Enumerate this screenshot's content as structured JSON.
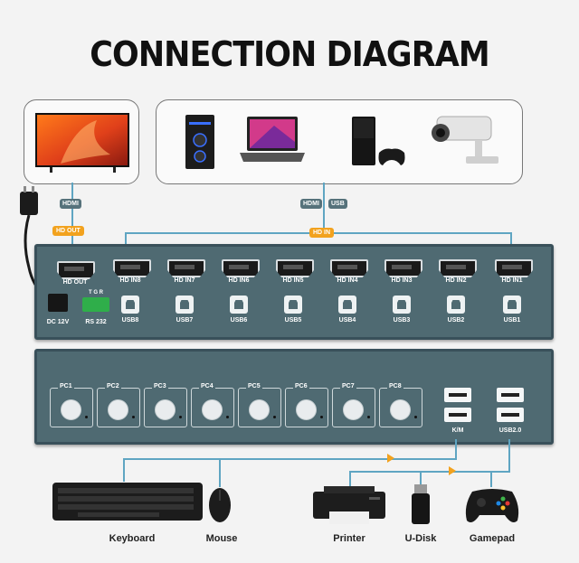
{
  "title": "CONNECTION DIAGRAM",
  "tags": {
    "hdmi_left": "HDMI",
    "hd_out": "HD OUT",
    "hdmi_right": "HDMI",
    "usb_right": "USB",
    "hd_in": "HD IN"
  },
  "back_panel": {
    "hd_out_label": "HD OUT",
    "power_label": "DC 12V",
    "rs232_label": "RS 232",
    "rs232_pins": "T G R",
    "ports": [
      {
        "hd": "HD IN8",
        "usb": "USB8"
      },
      {
        "hd": "HD IN7",
        "usb": "USB7"
      },
      {
        "hd": "HD IN6",
        "usb": "USB6"
      },
      {
        "hd": "HD IN5",
        "usb": "USB5"
      },
      {
        "hd": "HD IN4",
        "usb": "USB4"
      },
      {
        "hd": "HD IN3",
        "usb": "USB3"
      },
      {
        "hd": "HD IN2",
        "usb": "USB2"
      },
      {
        "hd": "HD IN1",
        "usb": "USB1"
      }
    ]
  },
  "front_panel": {
    "pcs": [
      "PC1",
      "PC2",
      "PC3",
      "PC4",
      "PC5",
      "PC6",
      "PC7",
      "PC8"
    ],
    "km_label": "K/M",
    "usb20_label": "USB2.0"
  },
  "devices": {
    "keyboard": "Keyboard",
    "mouse": "Mouse",
    "printer": "Printer",
    "udisk": "U-Disk",
    "gamepad": "Gamepad"
  },
  "colors": {
    "panel": "#4f6a72",
    "accent_orange": "#f2a21e",
    "line_blue": "#5fa5c2"
  }
}
